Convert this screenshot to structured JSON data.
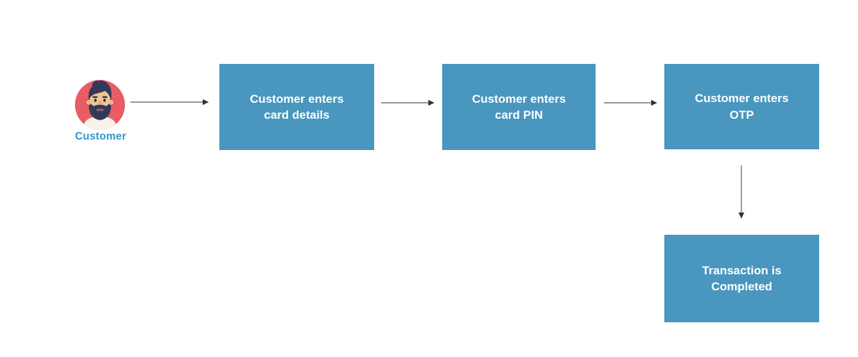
{
  "diagram": {
    "type": "flowchart",
    "background": "#ffffff",
    "actor": {
      "label": "Customer",
      "icon": "customer-avatar-icon"
    },
    "nodes": [
      {
        "id": "enter-card-details",
        "lines": [
          "Customer enters",
          "card details"
        ]
      },
      {
        "id": "enter-card-pin",
        "lines": [
          "Customer enters",
          "card PIN"
        ]
      },
      {
        "id": "enter-otp",
        "lines": [
          "Customer enters",
          "OTP"
        ]
      },
      {
        "id": "transaction-completed",
        "lines": [
          "Transaction is",
          "Completed"
        ]
      }
    ],
    "connections": [
      {
        "from": "customer",
        "to": "enter-card-details",
        "direction": "right"
      },
      {
        "from": "enter-card-details",
        "to": "enter-card-pin",
        "direction": "right"
      },
      {
        "from": "enter-card-pin",
        "to": "enter-otp",
        "direction": "right"
      },
      {
        "from": "enter-otp",
        "to": "transaction-completed",
        "direction": "down"
      }
    ],
    "colors": {
      "node_fill": "#4996be",
      "node_text": "#ffffff",
      "actor_label": "#3697c9",
      "arrow_line": "#707070",
      "arrow_head": "#333333",
      "avatar_circle": "#e85c63",
      "avatar_hair": "#313a59",
      "avatar_skin": "#f1c493",
      "avatar_shirt": "#f7f3ea"
    }
  }
}
